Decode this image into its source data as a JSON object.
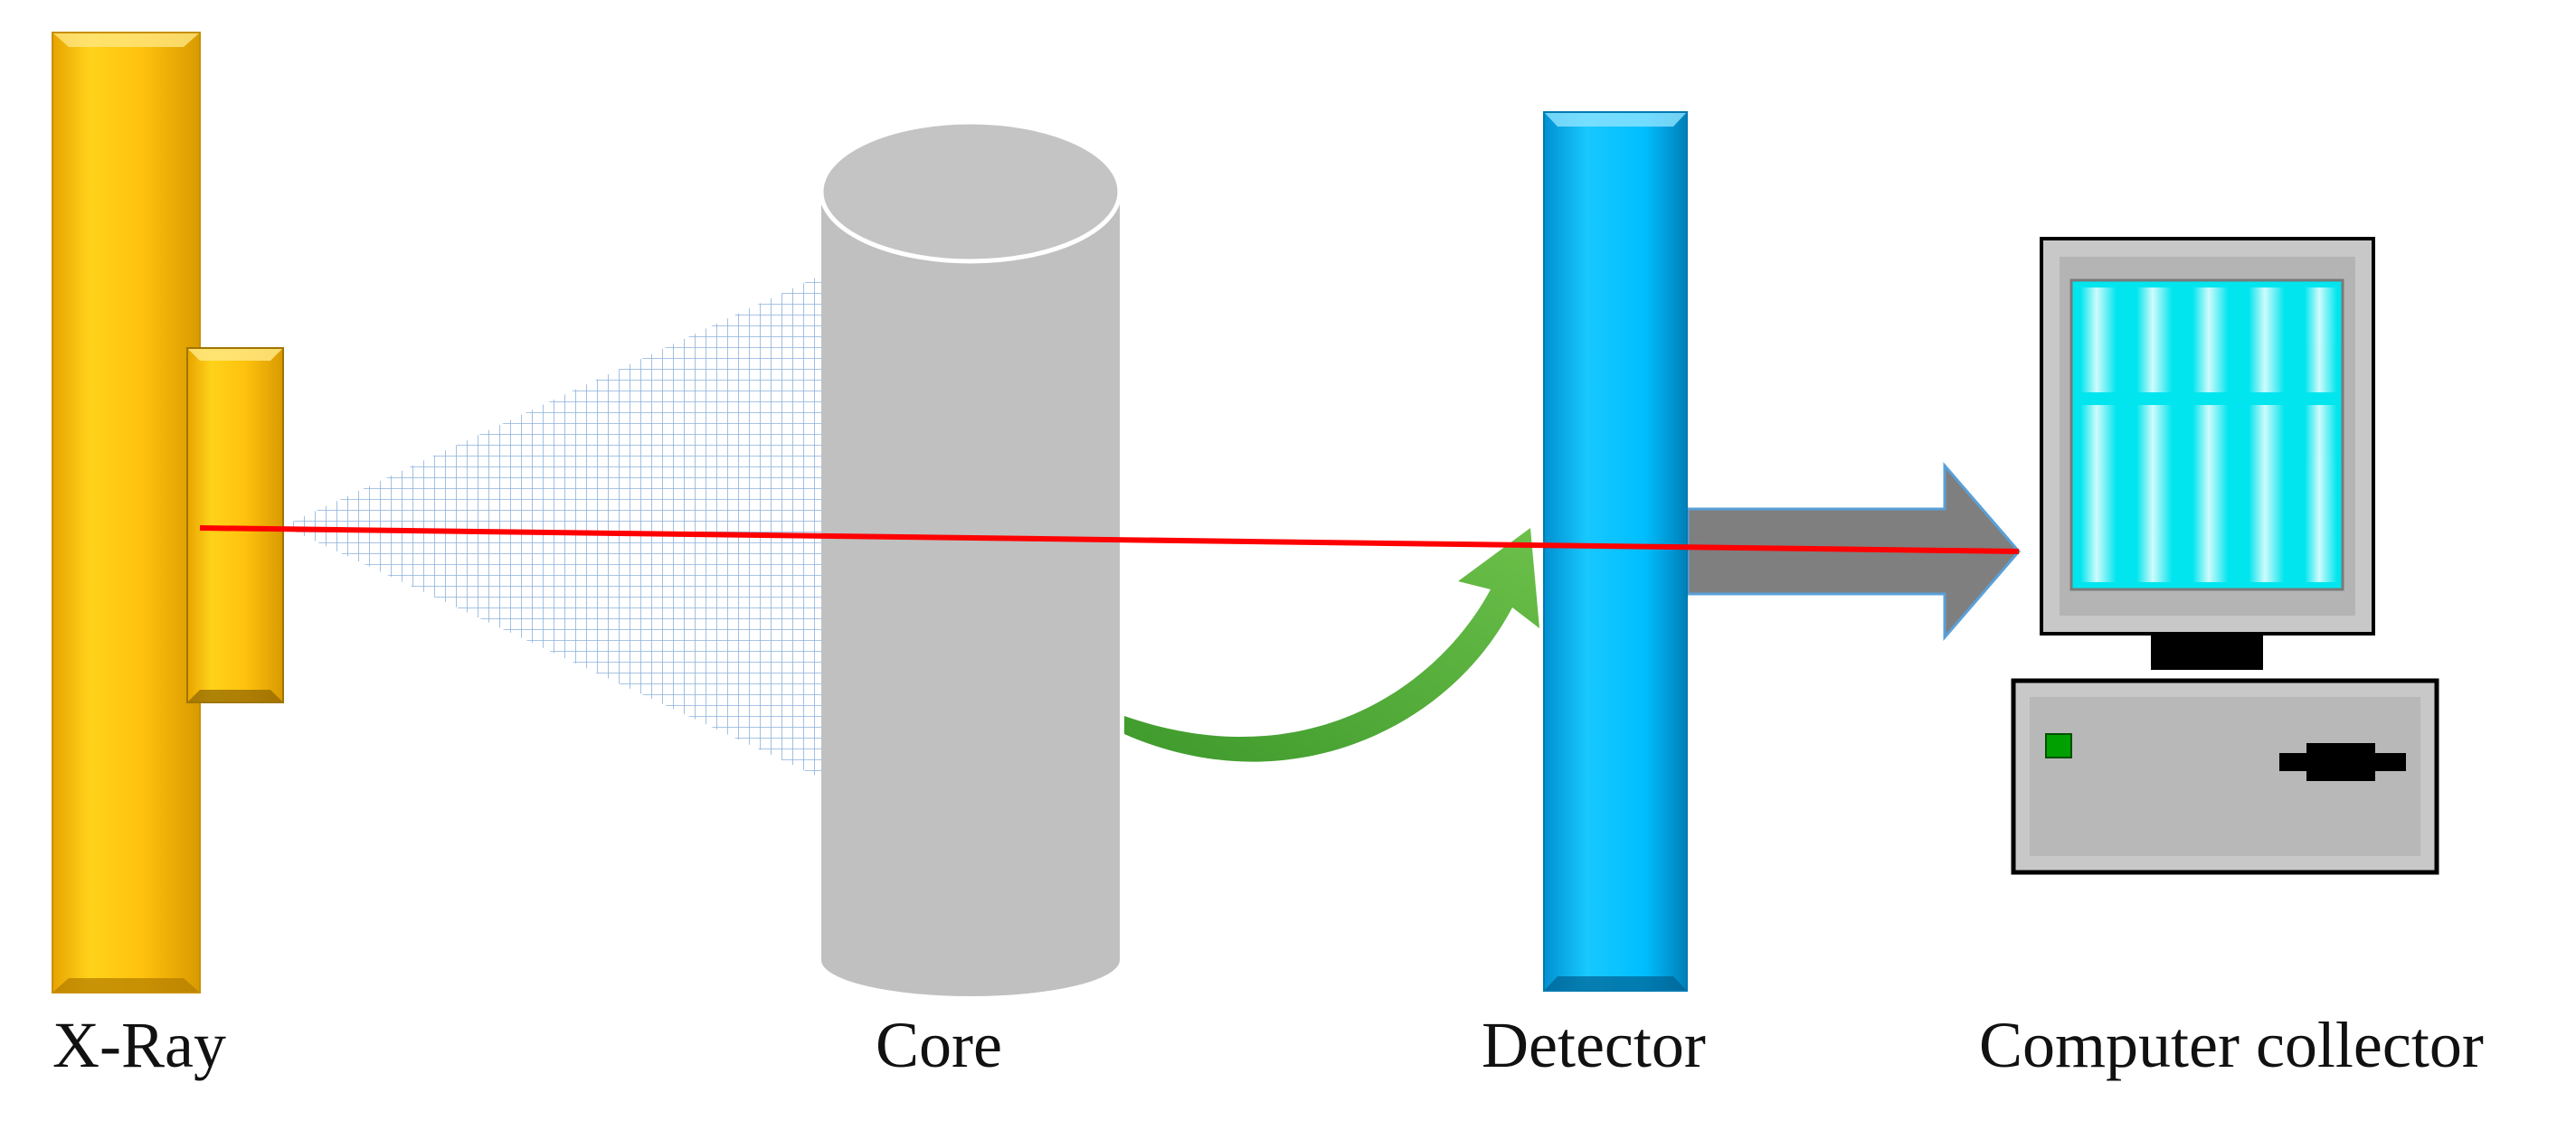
{
  "labels": {
    "xray": "X-Ray",
    "core": "Core",
    "detector": "Detector",
    "computer": "Computer collector"
  },
  "colors": {
    "xray_source": "#FFC20E",
    "core": "#C0C0C0",
    "detector": "#00BFFF",
    "beam": "#FF0000",
    "flow_arrow": "#4EA93A",
    "output_arrow": "#7F7F7F",
    "screen": "#00E5EE"
  },
  "icons": {
    "source": "xray-source-icon",
    "cone": "xray-cone-icon",
    "core": "core-cylinder-icon",
    "detector": "detector-panel-icon",
    "computer": "computer-icon"
  }
}
